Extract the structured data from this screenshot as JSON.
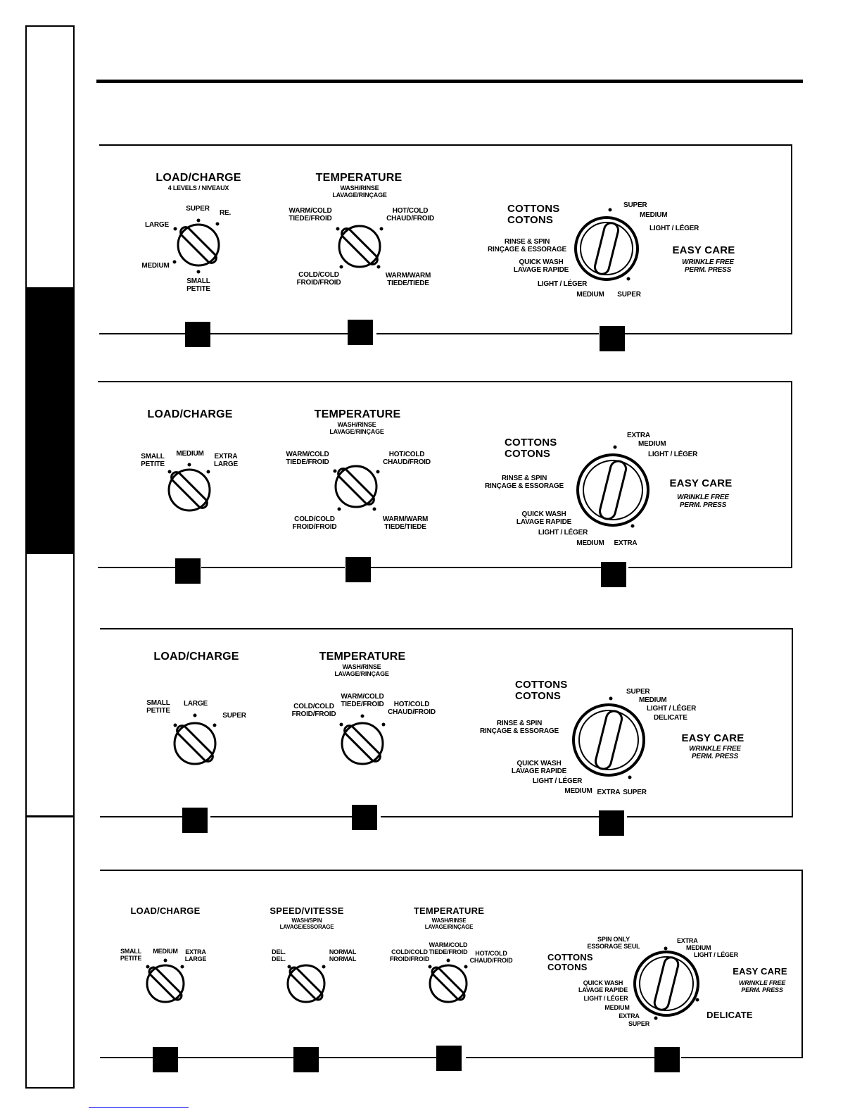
{
  "panel1": {
    "load": {
      "title": "LOAD/CHARGE",
      "sub": "4 LEVELS / NIVEAUX",
      "super": "SUPER",
      "re": "RE.",
      "large": "LARGE",
      "medium": "MEDIUM",
      "small": "SMALL\nPETITE"
    },
    "temp": {
      "title": "TEMPERATURE",
      "sub": "WASH/RINSE\nLAVAGE/RINÇAGE",
      "warm_cold": "WARM/COLD\nTIEDE/FROID",
      "hot_cold": "HOT/COLD\nCHAUD/FROID",
      "cold_cold": "COLD/COLD\nFROID/FROID",
      "warm_warm": "WARM/WARM\nTIEDE/TIEDE"
    },
    "cycle": {
      "cottons": "COTTONS\nCOTONS",
      "super_top": "SUPER",
      "medium_top": "MEDIUM",
      "light_top": "LIGHT / LÉGER",
      "rinse_spin": "RINSE & SPIN\nRINÇAGE & ESSORAGE",
      "quick_wash": "QUICK WASH\nLAVAGE RAPIDE",
      "light_bottom": "LIGHT / LÉGER",
      "medium_bottom": "MEDIUM",
      "super_bottom": "SUPER",
      "easy_care": "EASY CARE",
      "wrinkle_free": "WRINKLE FREE\nPERM. PRESS"
    }
  },
  "panel2": {
    "load": {
      "title": "LOAD/CHARGE",
      "small": "SMALL\nPETITE",
      "medium": "MEDIUM",
      "extra_large": "EXTRA\nLARGE"
    },
    "temp": {
      "title": "TEMPERATURE",
      "sub": "WASH/RINSE\nLAVAGE/RINÇAGE",
      "warm_cold": "WARM/COLD\nTIEDE/FROID",
      "hot_cold": "HOT/COLD\nCHAUD/FROID",
      "cold_cold": "COLD/COLD\nFROID/FROID",
      "warm_warm": "WARM/WARM\nTIEDE/TIEDE"
    },
    "cycle": {
      "cottons": "COTTONS\nCOTONS",
      "extra_top": "EXTRA",
      "medium_top": "MEDIUM",
      "light_top": "LIGHT / LÉGER",
      "rinse_spin": "RINSE & SPIN\nRINÇAGE & ESSORAGE",
      "quick_wash": "QUICK WASH\nLAVAGE RAPIDE",
      "light_bottom": "LIGHT / LÉGER",
      "medium_bottom": "MEDIUM",
      "extra_bottom": "EXTRA",
      "easy_care": "EASY CARE",
      "wrinkle_free": "WRINKLE FREE\nPERM. PRESS"
    }
  },
  "panel3": {
    "load": {
      "title": "LOAD/CHARGE",
      "small": "SMALL\nPETITE",
      "large": "LARGE",
      "super": "SUPER"
    },
    "temp": {
      "title": "TEMPERATURE",
      "sub": "WASH/RINSE\nLAVAGE/RINÇAGE",
      "cold_cold": "COLD/COLD\nFROID/FROID",
      "warm_cold": "WARM/COLD\nTIEDE/FROID",
      "hot_cold": "HOT/COLD\nCHAUD/FROID"
    },
    "cycle": {
      "cottons": "COTTONS\nCOTONS",
      "super_top": "SUPER",
      "medium_top": "MEDIUM",
      "light_top": "LIGHT / LÉGER",
      "delicate": "DELICATE",
      "rinse_spin": "RINSE & SPIN\nRINÇAGE & ESSORAGE",
      "quick_wash": "QUICK WASH\nLAVAGE RAPIDE",
      "light_bottom": "LIGHT / LÉGER",
      "medium_bottom": "MEDIUM",
      "extra_bottom": "EXTRA",
      "super_bottom": "SUPER",
      "easy_care": "EASY CARE",
      "wrinkle_free": "WRINKLE FREE\nPERM. PRESS"
    }
  },
  "panel4": {
    "load": {
      "title": "LOAD/CHARGE",
      "small": "SMALL\nPETITE",
      "medium": "MEDIUM",
      "extra_large": "EXTRA\nLARGE"
    },
    "speed": {
      "title": "SPEED/VITESSE",
      "sub": "WASH/SPIN\nLAVAGE/ESSORAGE",
      "del": "DEL.\nDEL.",
      "normal": "NORMAL\nNORMAL"
    },
    "temp": {
      "title": "TEMPERATURE",
      "sub": "WASH/RINSE\nLAVAGE/RINÇAGE",
      "cold_cold": "COLD/COLD\nFROID/FROID",
      "warm_cold": "WARM/COLD\nTIEDE/FROID",
      "hot_cold": "HOT/COLD\nCHAUD/FROID"
    },
    "cycle": {
      "spin_only": "SPIN ONLY\nESSORAGE SEUL",
      "cottons": "COTTONS\nCOTONS",
      "extra_top": "EXTRA",
      "medium_top": "MEDIUM",
      "light_top": "LIGHT / LÉGER",
      "quick_wash": "QUICK WASH\nLAVAGE RAPIDE",
      "light_bottom": "LIGHT / LÉGER",
      "medium_bottom": "MEDIUM",
      "extra_bottom": "EXTRA",
      "super_bottom": "SUPER",
      "easy_care": "EASY CARE",
      "wrinkle_free": "WRINKLE FREE\nPERM. PRESS",
      "delicate": "DELICATE"
    }
  }
}
